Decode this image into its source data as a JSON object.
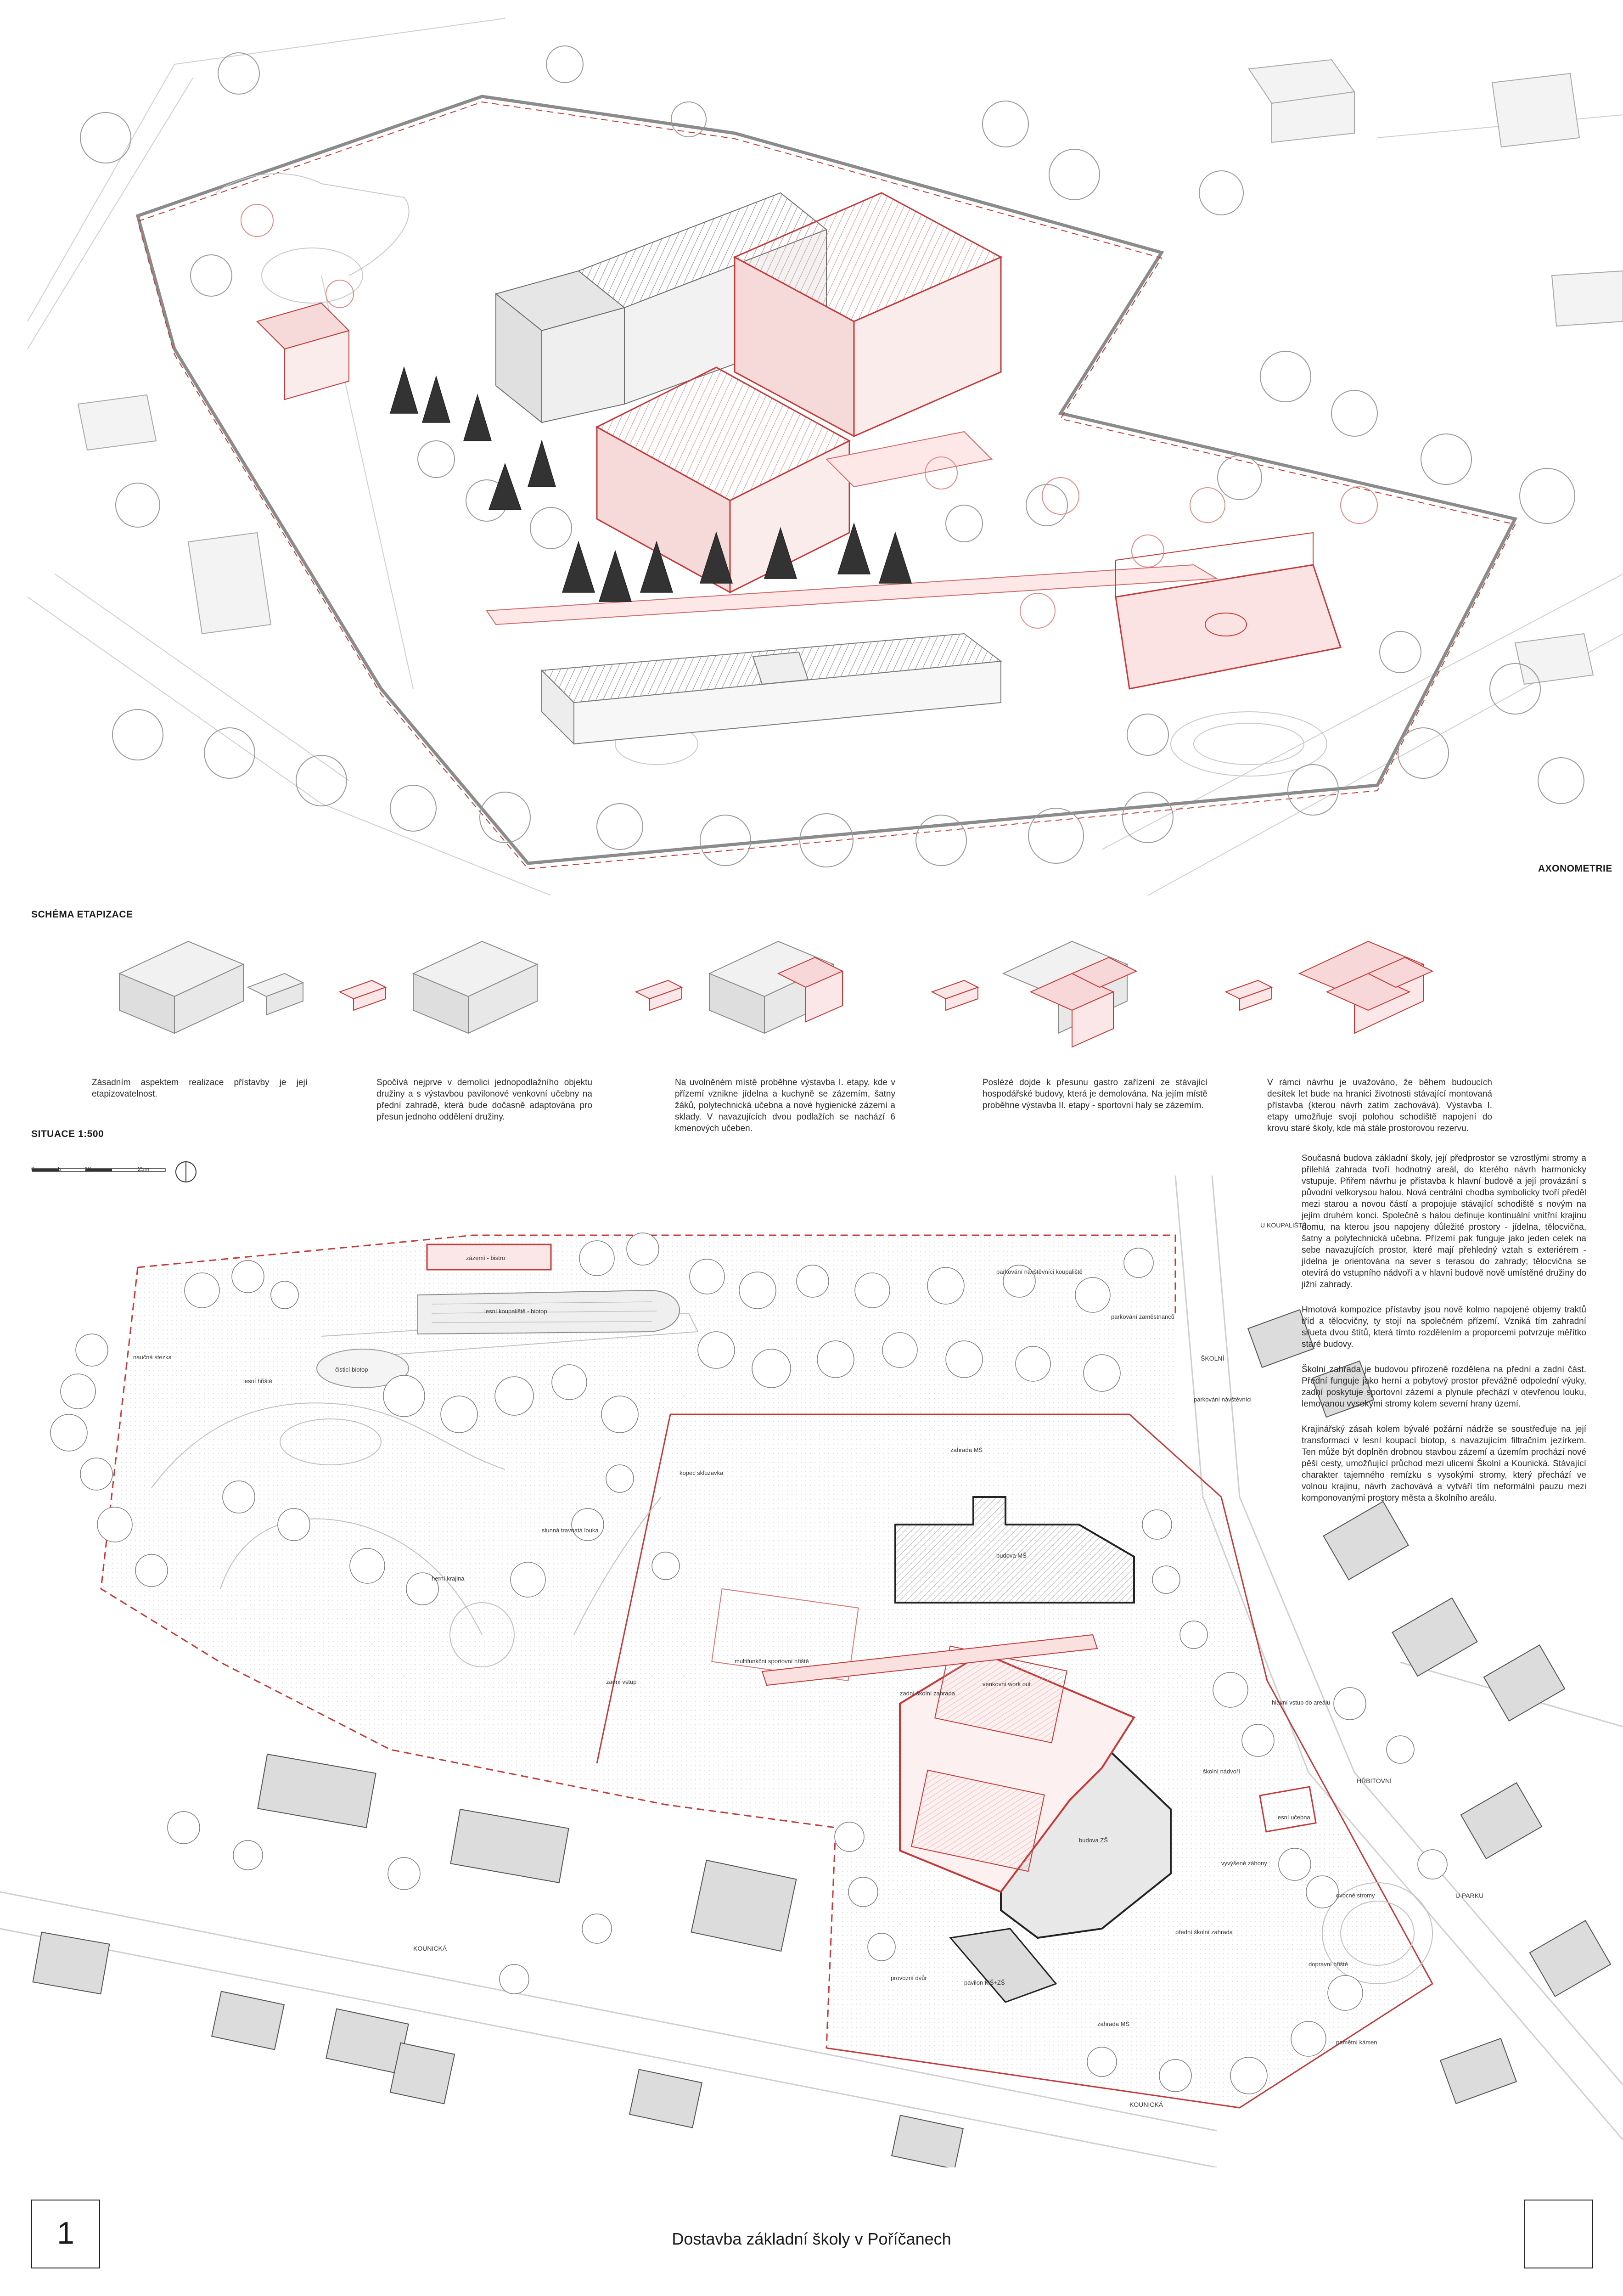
{
  "axonometry": {
    "label": "AXONOMETRIE"
  },
  "phasing": {
    "title": "SCHÉMA ETAPIZACE",
    "steps": [
      {
        "text": "Zásadním aspektem realizace přístavby je její etapizovatelnost."
      },
      {
        "text": "Spočívá nejprve v demolici jednopodlažního objektu družiny a s výstavbou pavilonové venkovní učebny na přední zahradě, která bude dočasně adaptována pro přesun jednoho oddělení družiny."
      },
      {
        "text": "Na uvolněném místě proběhne výstavba I. etapy, kde v přízemí vznikne jídelna a kuchyně se zázemím, šatny žáků, polytechnická učebna a nové hygienické zázemí a sklady. V navazujících dvou podlažích se nachází 6 kmenových učeben."
      },
      {
        "text": "Poslézé dojde k přesunu gastro zařízení ze stávající hospodářské budovy, která je demolována. Na jejím místě proběhne výstavba II. etapy - sportovní haly se zázemím."
      },
      {
        "text": "V rámci návrhu je uvažováno, že během budoucích desítek let bude na hranici životnosti stávající montovaná přístavba (kterou návrh zatím zachovává). Výstavba I. etapy umožňuje svojí polohou schodiště napojení do krovu staré školy, kde má stále prostorovou rezervu."
      }
    ]
  },
  "site_plan": {
    "title": "SITUACE 1:500",
    "scale_ticks": [
      "0",
      "5",
      "10",
      "25m"
    ],
    "labels": {
      "zazemi_bistro": "zázemí - bistro",
      "parkovani_koupaliste": "parkování návštěvníci koupaliště",
      "naucna_stezka": "naučná stezka",
      "lesni_hriste": "lesní hřiště",
      "cistici_biotop": "čisticí biotop",
      "lesni_koupaliste": "lesní koupaliště - biotop",
      "parkovani_zamestnanci": "parkování zaměstnanců",
      "parkovani_navstevnici": "parkování návštěvníci",
      "skolni": "ŠKOLNÍ",
      "u_koupaliste": "U KOUPALIŠTĚ",
      "kopec_skluzavka": "kopec skluzavka",
      "zahrada_ms": "zahrada MŠ",
      "budova_ms": "budova MŠ",
      "herni_krajina": "herní krajina",
      "slunna_travnata_louka": "slunná travnatá louka",
      "multifunkcni_hriste": "multifunkční sportovní hřiště",
      "zadni_vstup": "zadní vstup",
      "zadni_skolni_zahrada": "zadní školní zahrada",
      "venkovni_work_out": "venkovní work out",
      "hlavni_vstup": "hlavní vstup do areálu",
      "skolni_nadvori": "školní nádvoří",
      "lesni_ucebna": "lesní učebna",
      "budova_zs": "budova ZŠ",
      "vyvysene_zahony": "vyvýšené záhony",
      "ovocne_stromy": "ovocné stromy",
      "predni_skolni_zahrada": "přední školní zahrada",
      "dopravni_hriste": "dopravní hřiště",
      "provozni_dvur": "provozní dvůr",
      "pavilon": "pavilon MŠ+ZŠ",
      "zahrada_ms2": "zahrada MŠ",
      "kounicka": "KOUNICKÁ",
      "u_parku": "U PARKU",
      "pamatny_kamen": "pamětní kámen",
      "hrbitovni": "HŘBITOVNÍ"
    },
    "description": [
      "Současná budova základní školy, její předprostor se vzrostlými stromy a přilehlá zahrada tvoří hodnotný areál, do kterého návrh harmonicky vstupuje. Přiřem návrhu je přístavba k hlavní budově a její provázání s původní velkorysou halou. Nová centrální chodba symbolicky tvoří předěl mezi starou a novou částí a propojuje stávající schodiště s novým na jejím druhém konci. Společně s halou definuje kontinuální vnitřní krajinu domu, na kterou jsou napojeny důležité prostory - jídelna, tělocvična, šatny a polytechnická učebna. Přízemí pak funguje jako jeden celek na sebe navazujících prostor, které mají přehledný vztah s exteriérem - jídelna je orientována na sever s terasou do zahrady; tělocvična se otevírá do vstupního nádvoří a v hlavní budově nově umístěné družiny do jižní zahrady.",
      "Hmotová kompozice přístavby jsou nově kolmo napojené objemy traktů tříd a tělocvičny, ty stojí na společném přízemí. Vzniká tím zahradní silueta dvou štítů, která tímto rozdělením a proporcemi potvrzuje měřítko staré budovy.",
      "Školní zahrada je budovou přirozeně rozdělena na přední a zadní část. Přední funguje jako herní a pobytový prostor převážně odpolední výuky, zadní poskytuje sportovní zázemí a plynule přechází v otevřenou louku, lemovanou vysokými stromy kolem severní hrany území.",
      "Krajinářský zásah kolem bývalé požární nádrže se soustřeďuje na její transformaci v lesní koupací biotop, s navazujícím filtračním jezírkem. Ten může být doplněn drobnou stavbou zázemí a územím prochází nové pěší cesty, umožňující průchod mezi ulicemi Školní a Kounická. Stávající charakter tajemného remízku s vysokými stromy, který přechází ve volnou krajinu, návrh zachovává a vytváří tím neformální pauzu mezi komponovanými prostory města a školního areálu."
    ]
  },
  "footer": {
    "number": "1",
    "title": "Dostavba základní školy v Poříčanech"
  }
}
